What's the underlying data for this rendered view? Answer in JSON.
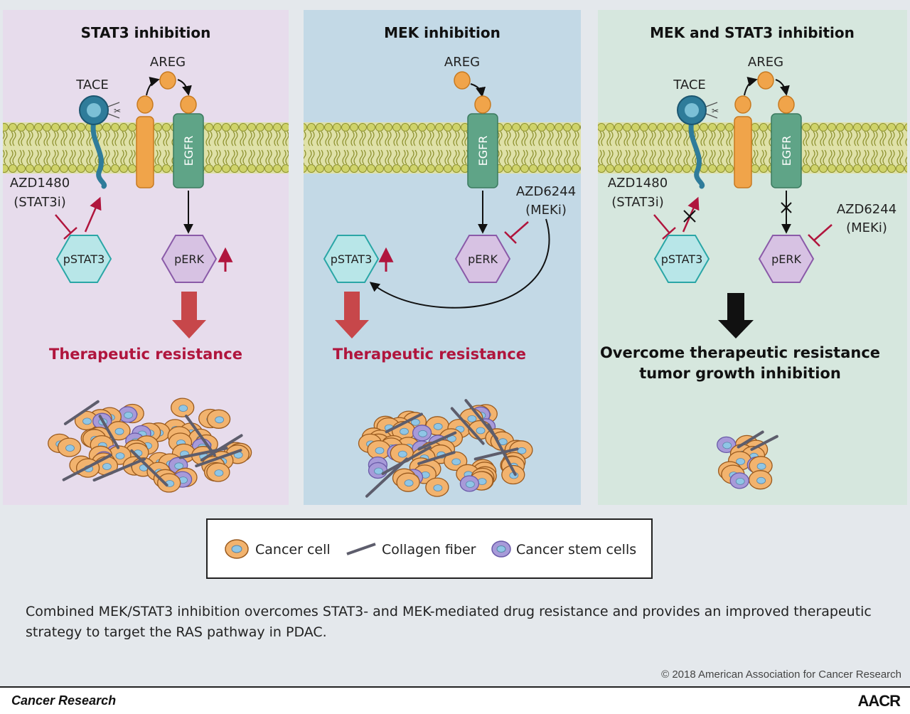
{
  "panels": [
    {
      "title": "STAT3 inhibition",
      "background": "#e7dcec",
      "ligand": "AREG",
      "sheddase": "TACE",
      "receptor": "EGFR",
      "inhibitor": "AZD1480",
      "inhibitor_class": "(STAT3i)",
      "node_a": "pSTAT3",
      "node_b": "pERK",
      "outcome": "Therapeutic resistance"
    },
    {
      "title": "MEK inhibition",
      "background": "#c3d9e6",
      "ligand": "AREG",
      "receptor": "EGFR",
      "inhibitor": "AZD6244",
      "inhibitor_class": "(MEKi)",
      "node_a": "pSTAT3",
      "node_b": "pERK",
      "outcome": "Therapeutic resistance"
    },
    {
      "title": "MEK and STAT3 inhibition",
      "background": "#d6e7de",
      "ligand": "AREG",
      "sheddase": "TACE",
      "receptor": "EGFR",
      "inhibitor": "AZD1480",
      "inhibitor_class": "(STAT3i)",
      "inhibitor2": "AZD6244",
      "inhibitor2_class": "(MEKi)",
      "node_a": "pSTAT3",
      "node_b": "pERK",
      "outcome_line1": "Overcome therapeutic resistance",
      "outcome_line2": "tumor growth inhibition"
    }
  ],
  "legend": {
    "cancer_cell": "Cancer cell",
    "collagen_fiber": "Collagen fiber",
    "cancer_stem_cells": "Cancer stem cells"
  },
  "caption": "Combined MEK/STAT3 inhibition overcomes STAT3- and MEK-mediated drug resistance and provides an improved therapeutic strategy to target the RAS pathway in PDAC.",
  "copyright": "© 2018 American Association for Cancer Research",
  "journal": "Cancer Research",
  "logo": "AACR",
  "colors": {
    "page_bg": "#e4e8ec",
    "membrane": "#a9ad3a",
    "membrane_head": "#cfd36a",
    "egfr": "#5fa487",
    "areg": "#f0a44a",
    "tace": "#2f7c9a",
    "stat3_fill": "#b8e6e8",
    "stat3_stroke": "#2aa6a6",
    "perk_fill": "#d7c2e3",
    "perk_stroke": "#8a5aa8",
    "inhibition": "#b0153d",
    "resistance_text": "#b0153d",
    "resistance_arrow": "#c7474a",
    "cancer_cell": "#f2b36e",
    "stem_cell": "#a79ad9",
    "collagen": "#5d5d6c"
  }
}
